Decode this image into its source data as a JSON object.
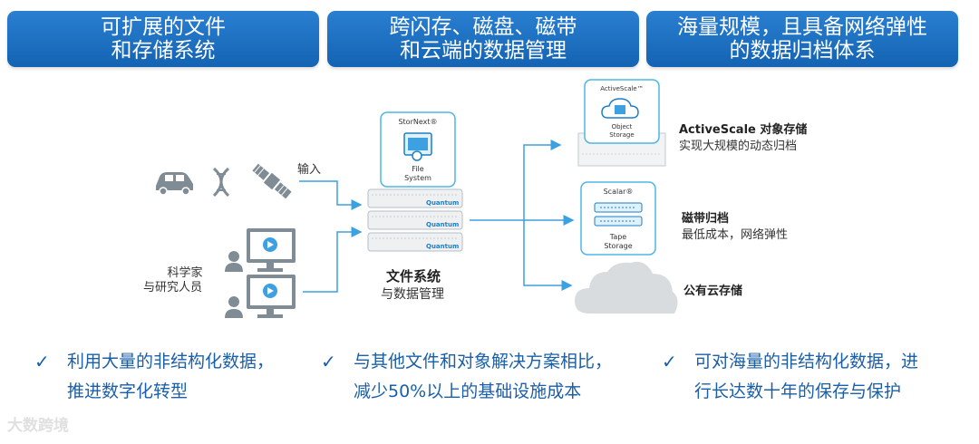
{
  "banners": [
    {
      "line1": "可扩展的文件",
      "line2": "和存储系统"
    },
    {
      "line1": "跨闪存、磁盘、磁带",
      "line2": "和云端的数据管理"
    },
    {
      "line1": "海量规模，且具备网络弹性",
      "line2": "的数据归档体系"
    }
  ],
  "left": {
    "input_label": "输入",
    "researchers_line1": "科学家",
    "researchers_line2": "与研究人员"
  },
  "center": {
    "stornext_title": "StorNext®",
    "stornext_line1": "File",
    "stornext_line2": "System",
    "server_brand": "Quantum",
    "caption_line1": "文件系统",
    "caption_line2": "与数据管理"
  },
  "right": {
    "activescale_title": "ActiveScale™",
    "activescale_line1": "Object",
    "activescale_line2": "Storage",
    "activescale_label": "ActiveScale 对象存储",
    "activescale_desc": "实现大规模的动态归档",
    "scalar_title": "Scalar®",
    "scalar_line1": "Tape",
    "scalar_line2": "Storage",
    "tape_label": "磁带归档",
    "tape_desc": "最低成本，网络弹性",
    "cloud_label": "公有云存储"
  },
  "bullets": [
    {
      "line1": "利用大量的非结构化数据，",
      "line2": "推进数字化转型"
    },
    {
      "line1": "与其他文件和对象解决方案相比，",
      "line2": "减少50%以上的基础设施成本"
    },
    {
      "line1": "可对海量的非结构化数据，进",
      "line2": "行长达数十年的保存与保护"
    }
  ],
  "watermark": "大数跨境",
  "colors": {
    "banner": "#1a6fc4",
    "bullet_text": "#1b5fa8",
    "icon_gray": "#7f8c95",
    "accent": "#3da0e0"
  }
}
